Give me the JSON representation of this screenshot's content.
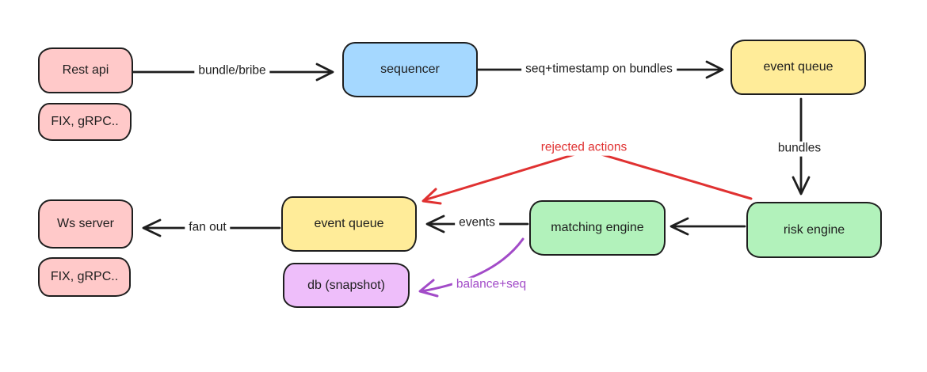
{
  "colors": {
    "background": "#ffffff",
    "stroke": "#1e1e1e",
    "node_pink": "#ffc9c9",
    "node_blue": "#a5d8ff",
    "node_yellow": "#ffec99",
    "node_green": "#b2f2bb",
    "node_violet": "#eebefa",
    "arrow_black": "#1e1e1e",
    "arrow_red": "#e03131",
    "arrow_purple": "#a24bc8"
  },
  "nodes": {
    "rest_api": {
      "label": "Rest api",
      "color": "#ffc9c9"
    },
    "fix_grpc_top": {
      "label": "FIX, gRPC..",
      "color": "#ffc9c9"
    },
    "sequencer": {
      "label": "sequencer",
      "color": "#a5d8ff"
    },
    "event_queue_top": {
      "label": "event queue",
      "color": "#ffec99"
    },
    "risk_engine": {
      "label": "risk engine",
      "color": "#b2f2bb"
    },
    "matching_engine": {
      "label": "matching engine",
      "color": "#b2f2bb"
    },
    "event_queue_bottom": {
      "label": "event queue",
      "color": "#ffec99"
    },
    "ws_server": {
      "label": "Ws server",
      "color": "#ffc9c9"
    },
    "fix_grpc_bottom": {
      "label": "FIX, gRPC..",
      "color": "#ffc9c9"
    },
    "db_snapshot": {
      "label": "db (snapshot)",
      "color": "#eebefa"
    }
  },
  "edges": {
    "bundle_bribe": {
      "label": "bundle/bribe",
      "from": "rest_api",
      "to": "sequencer",
      "color": "#1e1e1e"
    },
    "seq_timestamp": {
      "label": "seq+timestamp on bundles",
      "from": "sequencer",
      "to": "event_queue_top",
      "color": "#1e1e1e"
    },
    "bundles": {
      "label": "bundles",
      "from": "event_queue_top",
      "to": "risk_engine",
      "color": "#1e1e1e"
    },
    "risk_to_matching": {
      "label": "",
      "from": "risk_engine",
      "to": "matching_engine",
      "color": "#1e1e1e"
    },
    "events": {
      "label": "events",
      "from": "matching_engine",
      "to": "event_queue_bottom",
      "color": "#1e1e1e"
    },
    "fan_out": {
      "label": "fan out",
      "from": "event_queue_bottom",
      "to": "ws_server",
      "color": "#1e1e1e"
    },
    "rejected_actions": {
      "label": "rejected actions",
      "from": "risk_engine",
      "to": "event_queue_bottom",
      "color": "#e03131"
    },
    "balance_seq": {
      "label": "balance+seq",
      "from": "matching_engine",
      "to": "db_snapshot",
      "color": "#a24bc8"
    }
  }
}
